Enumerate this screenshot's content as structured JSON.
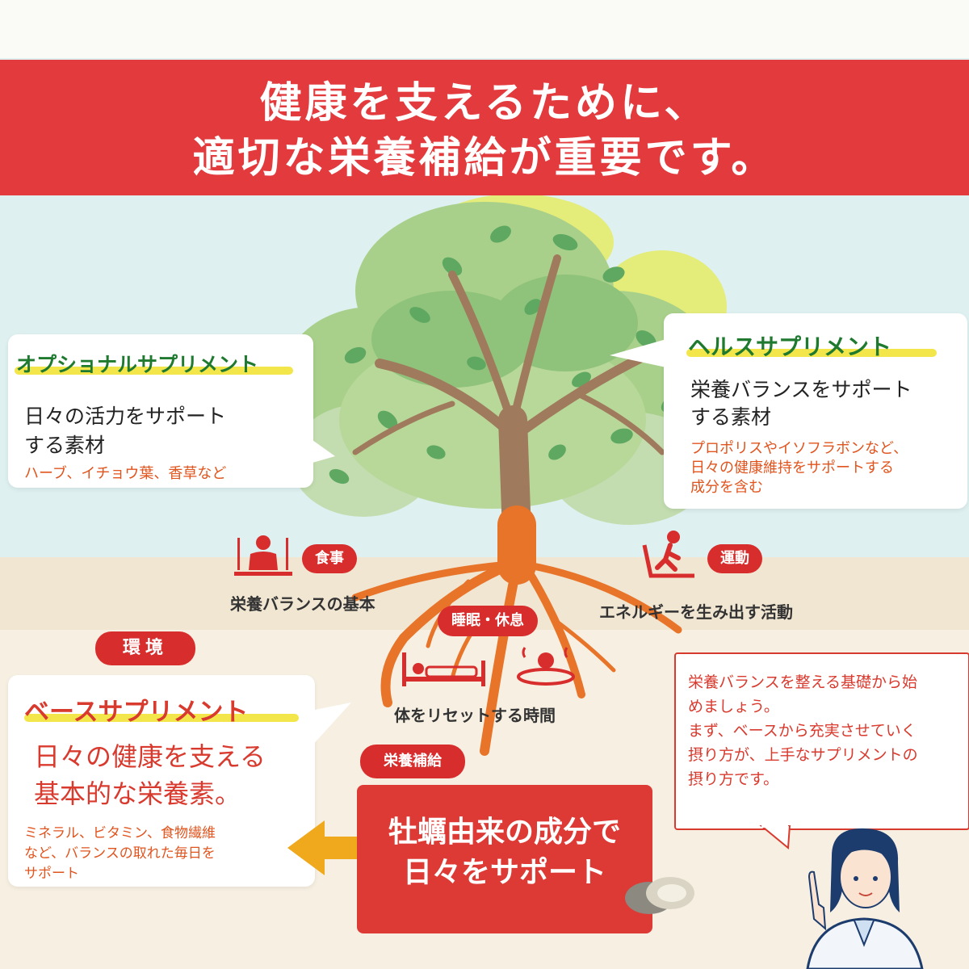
{
  "banner": {
    "line1": "健康を支えるために、",
    "line2": "適切な栄養補給が重要です。"
  },
  "optional": {
    "heading": "オプショナルサプリメント",
    "body_line1": "日々の活力をサポート",
    "body_line2": "する素材",
    "sub": "ハーブ、イチョウ葉、香草など"
  },
  "health": {
    "heading": "ヘルスサプリメント",
    "body_line1": "栄養バランスをサポート",
    "body_line2": "する素材",
    "sub_line1": "プロポリスやイソフラボンなど、",
    "sub_line2": "日々の健康維持をサポートする",
    "sub_line3": "成分を含む"
  },
  "base": {
    "heading": "ベースサプリメント",
    "body_line1": "日々の健康を支える",
    "body_line2": "基本的な栄養素。",
    "sub_line1": "ミネラル、ビタミン、食物繊維",
    "sub_line2": "など、バランスの取れた毎日を",
    "sub_line3": "サポート"
  },
  "pills": {
    "meal": "食事",
    "exercise": "運動",
    "sleep": "睡眠・休息",
    "environment": "環境",
    "nutrition": "栄養補給"
  },
  "labels": {
    "meal": "栄養バランスの基本",
    "exercise": "エネルギーを生み出す活動",
    "sleep": "体をリセットする時間"
  },
  "oyster": {
    "line1": "牡蠣由来の成分で",
    "line2": "日々をサポート"
  },
  "note": {
    "line1": "栄養バランスを整える基礎から始",
    "line2": "めましょう。",
    "line3": "まず、ベースから充実させていく",
    "line4": "摂り方が、上手なサプリメントの",
    "line5": "摂り方です。"
  },
  "colors": {
    "banner": "#e23a3d",
    "heading_green": "#1f7a30",
    "heading_red": "#d93a2e",
    "sub_orange": "#e0541e",
    "highlight": "#f2e64a",
    "root": "#e8742a",
    "trunk": "#a07a5c"
  },
  "icons": [
    "meal-person-icon",
    "treadmill-runner-icon",
    "bed-sleep-icon",
    "hot-spring-icon",
    "oyster-icon",
    "arrow-left-icon",
    "doctor-pointing-illustration"
  ]
}
